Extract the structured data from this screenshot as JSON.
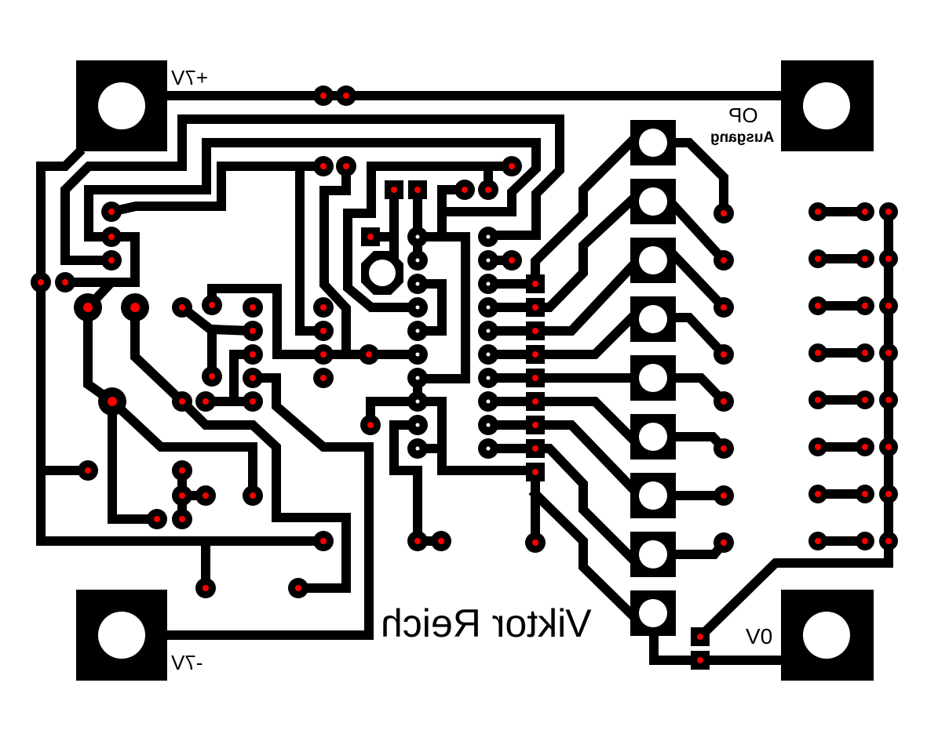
{
  "board": {
    "labels": {
      "plus_supply": "+7V",
      "minus_supply": "-7V",
      "output": "OP",
      "output_sub": "Ausgang",
      "ground": "0V",
      "author": "Viktor Reich"
    },
    "mirrored": true
  },
  "colors": {
    "copper": "#000000",
    "drill": "#ff0000",
    "background": "#ffffff"
  }
}
